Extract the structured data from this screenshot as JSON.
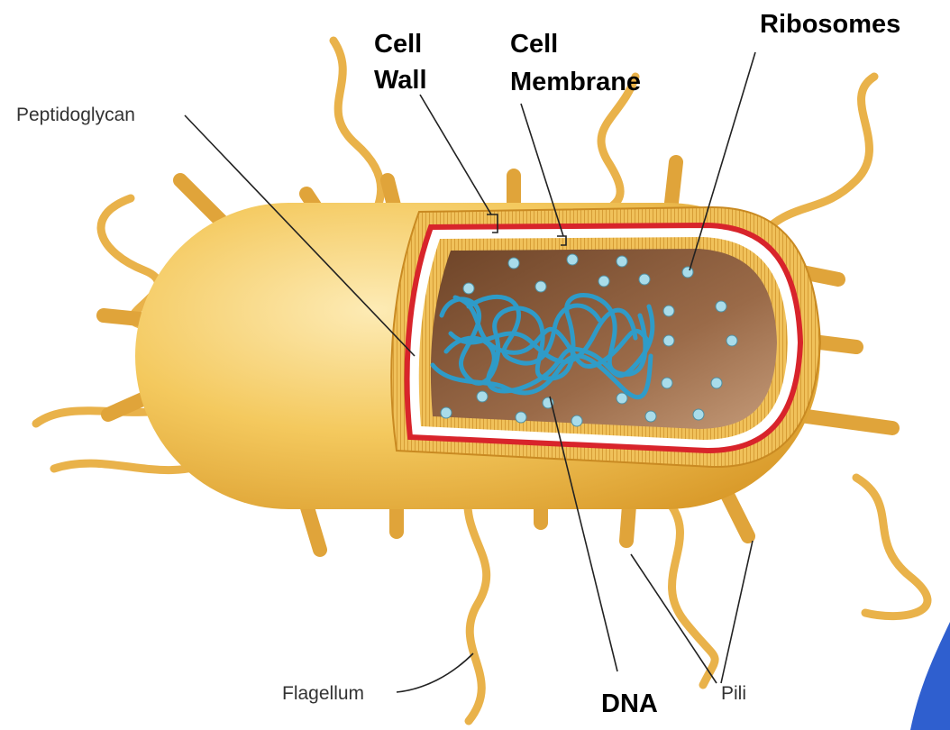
{
  "labels": {
    "cell_wall_1": "Cell",
    "cell_wall_2": "Wall",
    "cell_membrane_1": "Cell",
    "cell_membrane_2": "Membrane",
    "ribosomes": "Ribosomes",
    "peptidoglycan": "Peptidoglycan",
    "flagellum": "Flagellum",
    "dna": "DNA",
    "pili": "Pili"
  },
  "colors": {
    "body": "#f2c45a",
    "body_highlight": "#fbe3a0",
    "cytoplasm": "#8a5a3a",
    "membrane": "#d8242b",
    "dna": "#2a9fd0",
    "ribosome": "#9fd6e6"
  }
}
